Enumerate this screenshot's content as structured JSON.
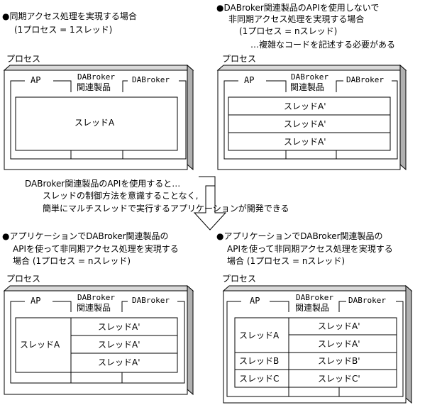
{
  "top_left": {
    "title": "●同期アクセス処理を実現する場合",
    "subtitle": "(1プロセス = 1スレッド)",
    "process_label": "プロセス",
    "ap": "AP",
    "dabroker_products": "DABroker",
    "dabroker_products_sub": "関連製品",
    "dabroker": "DABroker",
    "threads": [
      "スレッドA"
    ]
  },
  "top_right": {
    "title": "●DABroker関連製品のAPIを使用しないで",
    "title2": "非同期アクセス処理を実現する場合",
    "subtitle": "(1プロセス = nスレッド)",
    "note": "…複雑なコードを記述する必要がある",
    "process_label": "プロセス",
    "ap": "AP",
    "dabroker_products": "DABroker",
    "dabroker_products_sub": "関連製品",
    "dabroker": "DABroker",
    "threads": [
      "スレッドA'",
      "スレッドA'",
      "スレッドA'"
    ]
  },
  "middle": {
    "line1": "DABroker関連製品のAPIを使用すると…",
    "line2": "スレッドの制御方法を意識することなく,",
    "line3": "簡単にマルチスレッドで実行するアプリケーションが開発できる"
  },
  "bottom_left": {
    "title": "●アプリケーションでDABroker関連製品の",
    "title2": "APIを使って非同期アクセス処理を実現する",
    "title3": "場合 (1プロセス = nスレッド)",
    "process_label": "プロセス",
    "ap": "AP",
    "dabroker_products": "DABroker",
    "dabroker_products_sub": "関連製品",
    "dabroker": "DABroker",
    "ap_thread": "スレッドA",
    "threads": [
      "スレッドA'",
      "スレッドA'",
      "スレッドA'"
    ]
  },
  "bottom_right": {
    "title": "●アプリケーションでDABroker関連製品の",
    "title2": "APIを使って非同期アクセス処理を実現する",
    "title3": "場合 (1プロセス = nスレッド)",
    "process_label": "プロセス",
    "ap": "AP",
    "dabroker_products": "DABroker",
    "dabroker_products_sub": "関連製品",
    "dabroker": "DABroker",
    "ap_threads": [
      "スレッドA",
      "スレッドB",
      "スレッドC"
    ],
    "threads": [
      "スレッドA'",
      "スレッドA'",
      "スレッドB'",
      "スレッドC'"
    ]
  }
}
